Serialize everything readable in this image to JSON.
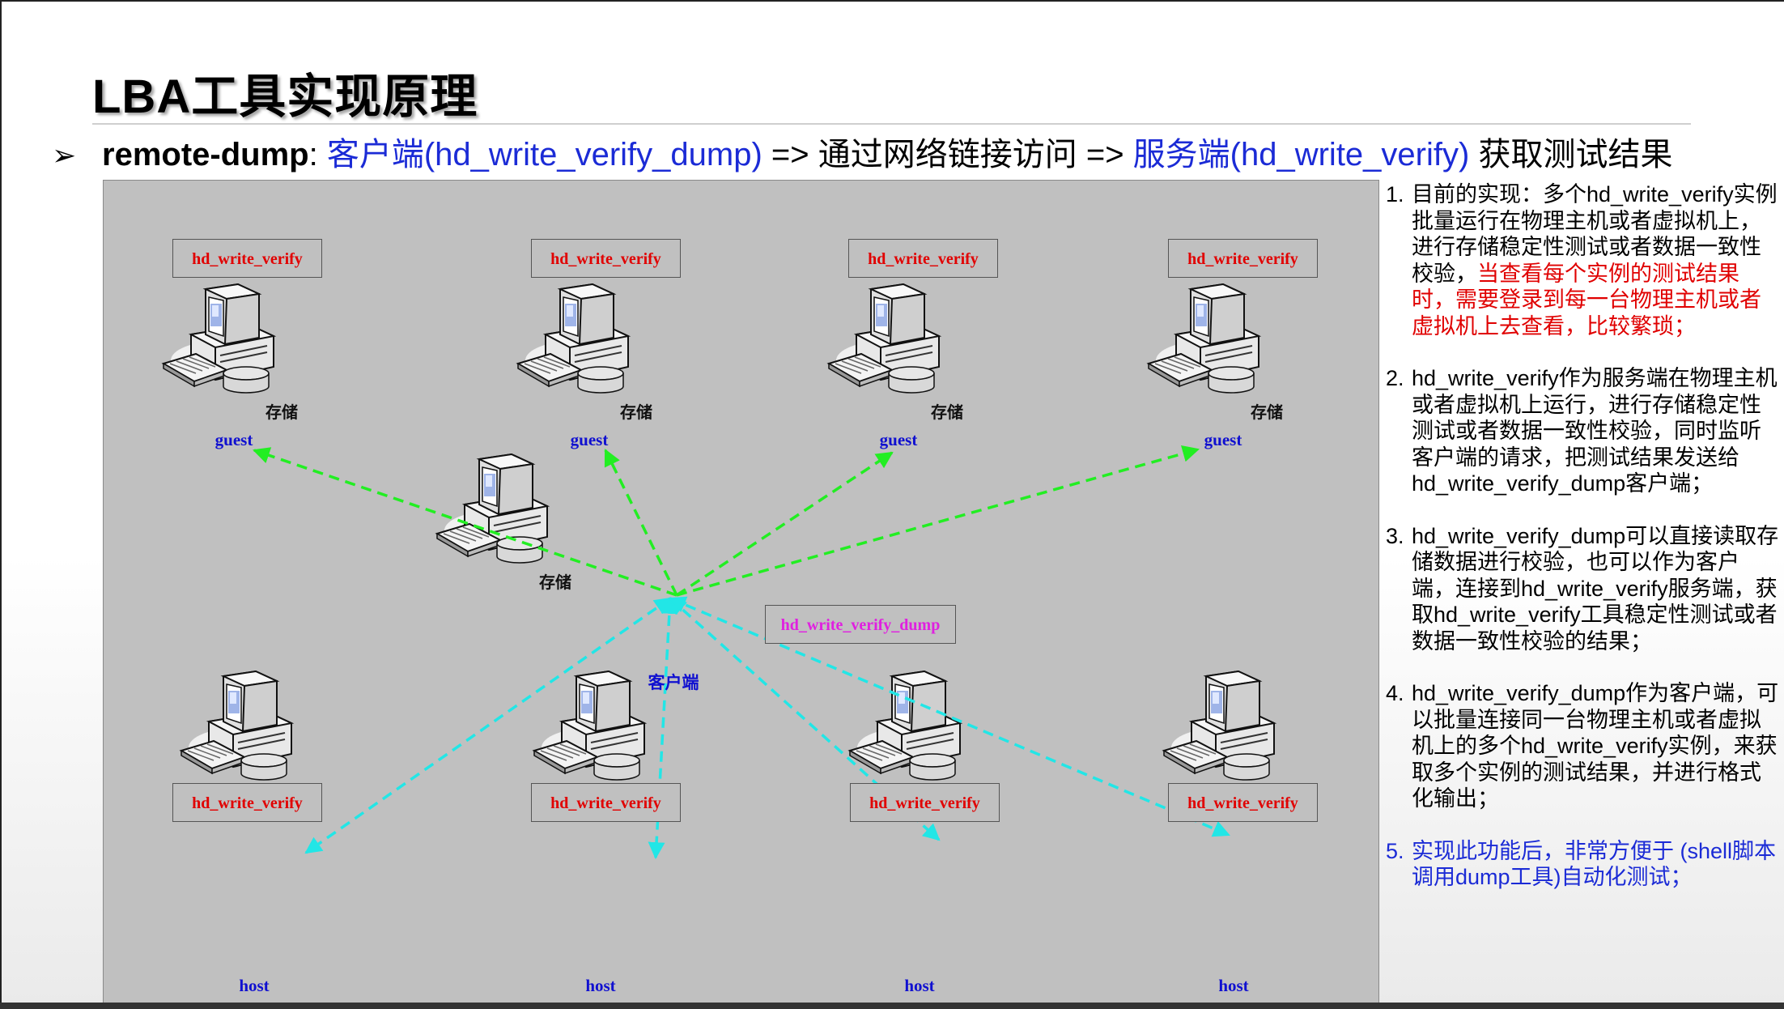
{
  "title": "LBA工具实现原理",
  "headline": {
    "bullet": "➢",
    "term": "remote-dump",
    "colon": ":",
    "client": "客户端(hd_write_verify_dump)",
    "arrow1": " => 通过网络链接访问 => ",
    "server": "服务端(hd_write_verify)",
    "result": " 获取测试结果"
  },
  "diagram": {
    "server_label": "hd_write_verify",
    "client_label": "hd_write_verify_dump",
    "storage_label": "存储",
    "guest_label": "guest",
    "host_label": "host",
    "client_role": "客户端",
    "green_arrow_color": "#22ee22",
    "cyan_arrow_color": "#22e6e6"
  },
  "notes": [
    {
      "num": "1.",
      "text": "目前的实现：多个hd_write_verify实例批量运行在物理主机或者虚拟机上，进行存储稳定性测试或者数据一致性校验，",
      "red": "当查看每个实例的测试结果时，需要登录到每一台物理主机或者虚拟机上去查看，比较繁琐；"
    },
    {
      "num": "2.",
      "text": "hd_write_verify作为服务端在物理主机或者虚拟机上运行，进行存储稳定性测试或者数据一致性校验，同时监听客户端的请求，把测试结果发送给hd_write_verify_dump客户端；"
    },
    {
      "num": "3.",
      "text": "hd_write_verify_dump可以直接读取存储数据进行校验，也可以作为客户端，连接到hd_write_verify服务端，获取hd_write_verify工具稳定性测试或者数据一致性校验的结果；"
    },
    {
      "num": "4.",
      "text": "hd_write_verify_dump作为客户端，可以批量连接同一台物理主机或者虚拟机上的多个hd_write_verify实例，来获取多个实例的测试结果，并进行格式化输出；"
    },
    {
      "num": "5.",
      "text": "实现此功能后，非常方便于 (shell脚本调用dump工具)自动化测试；"
    }
  ]
}
